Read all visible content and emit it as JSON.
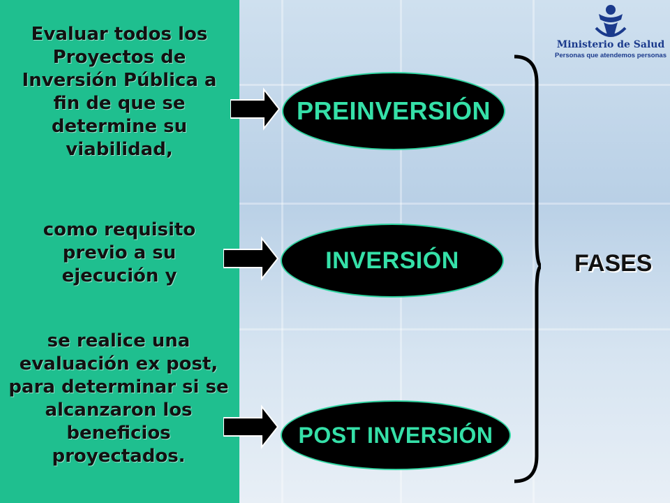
{
  "left_texts": {
    "block1": "Evaluar todos los Proyectos de Inversión Pública a fin de que se determine su viabilidad,",
    "block2": "como requisito previo a su ejecución y",
    "block3": "se realice una evaluación ex post, para determinar si se alcanzaron los beneficios proyectados."
  },
  "phases": {
    "preinversion": "PREINVERSIÓN",
    "inversion": "INVERSIÓN",
    "post_inversion": "POST INVERSIÓN"
  },
  "fases_label": "FASES",
  "logo": {
    "name": "Ministerio de Salud",
    "tagline": "Personas que atendemos personas"
  },
  "colors": {
    "left_panel": "#1fbf8f",
    "oval_text": "#35e0a8",
    "logo_blue": "#1b3a8c"
  }
}
